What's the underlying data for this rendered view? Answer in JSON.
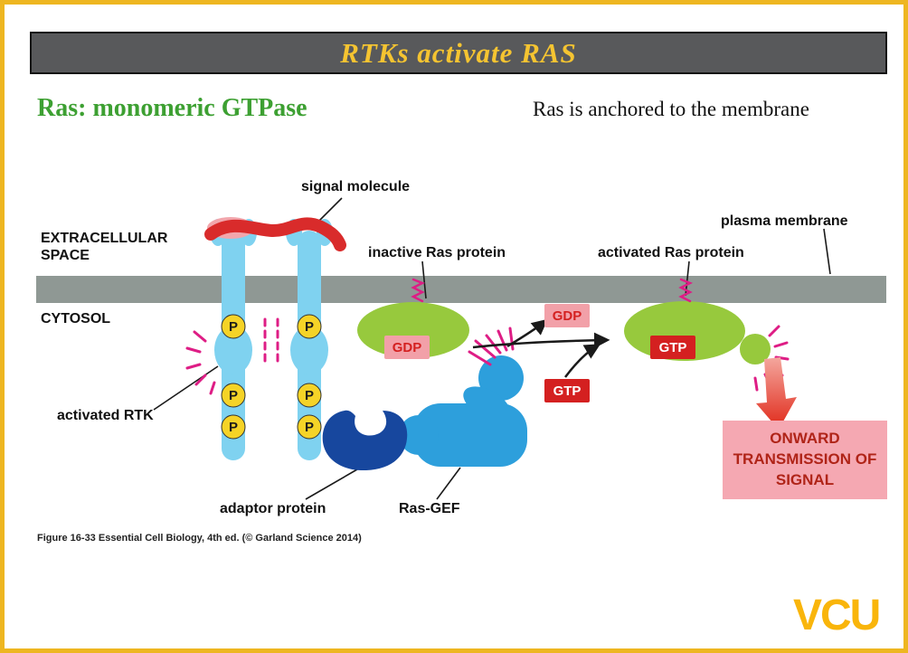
{
  "slide": {
    "title": "RTKs activate RAS",
    "heading_left": "Ras: monomeric GTPase",
    "heading_right": "Ras is anchored to the membrane",
    "caption": "Figure 16-33  Essential Cell Biology, 4th ed. (© Garland Science 2014)",
    "logo_text": "VCU"
  },
  "labels": {
    "signal_molecule": "signal molecule",
    "extracellular_line1": "EXTRACELLULAR",
    "extracellular_line2": "SPACE",
    "plasma_membrane": "plasma membrane",
    "cytosol": "CYTOSOL",
    "activated_rtk": "activated RTK",
    "inactive_ras": "inactive Ras protein",
    "activated_ras": "activated Ras protein",
    "adaptor_protein": "adaptor protein",
    "ras_gef": "Ras-GEF",
    "phosphate": "P",
    "gdp": "GDP",
    "gtp": "GTP",
    "onward": "ONWARD TRANSMISSION OF SIGNAL"
  },
  "colors": {
    "frame_gold": "#EEB621",
    "title_bar_bg": "#58595B",
    "title_text_gold": "#F5C431",
    "heading_green": "#3DA032",
    "membrane_gray": "#8F9894",
    "receptor_blue": "#7FD2F0",
    "adaptor_navy": "#17479E",
    "gef_blue": "#2D9FDC",
    "ras_green": "#97C93D",
    "phosphate_yellow": "#F5D327",
    "magenta": "#DE1D85",
    "signal_red": "#D92B2B",
    "signal_pink": "#F2A6AC",
    "gdp_box_pink": "#F2A0A8",
    "gdp_text_red": "#D42020",
    "gtp_box_red": "#D42020",
    "onward_bg_pink": "#F5A8B2",
    "onward_text_red": "#B02418",
    "vcu_gold": "#F9B50B"
  }
}
